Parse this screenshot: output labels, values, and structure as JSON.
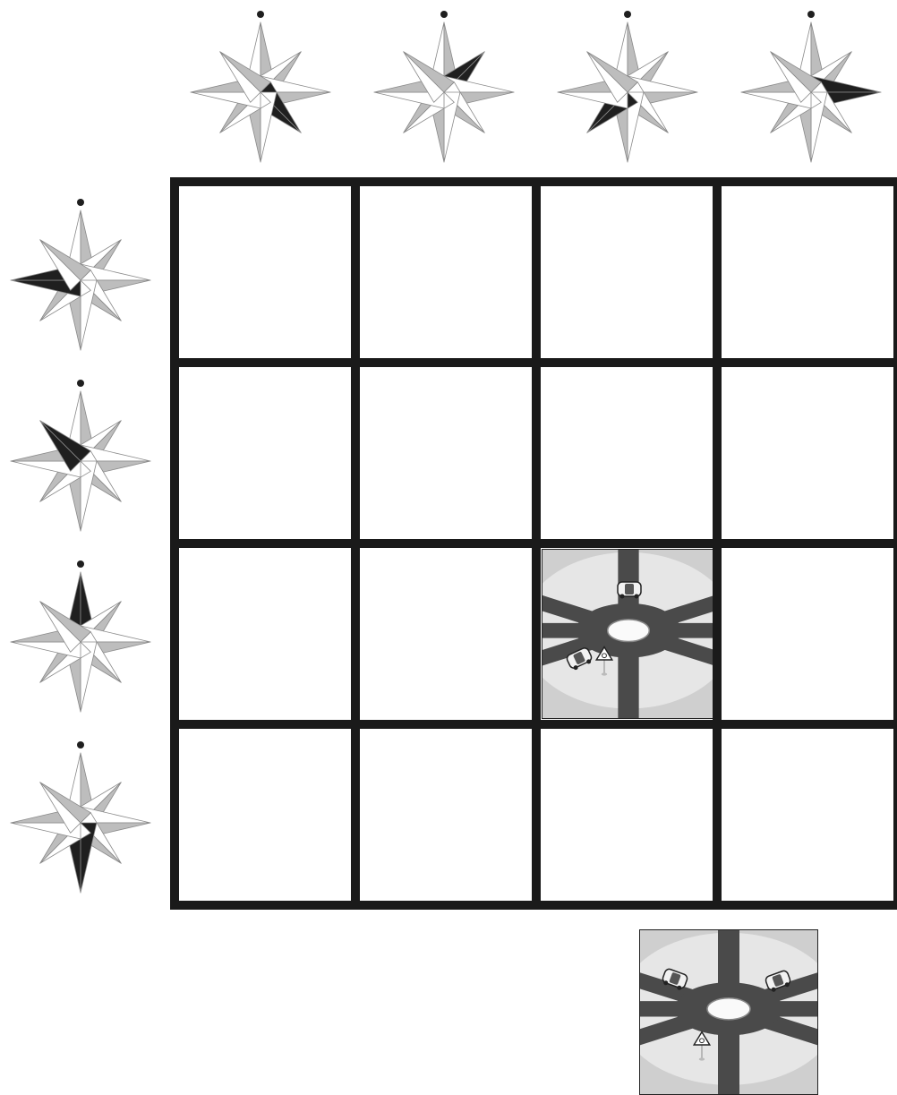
{
  "puzzle": {
    "star_point_order": [
      "N",
      "NE",
      "E",
      "SE",
      "S",
      "SW",
      "W",
      "NW"
    ],
    "column_clues": [
      {
        "shaded_point": "SE"
      },
      {
        "shaded_point": "NE"
      },
      {
        "shaded_point": "SW"
      },
      {
        "shaded_point": "E"
      }
    ],
    "row_clues": [
      {
        "shaded_point": "W"
      },
      {
        "shaded_point": "NW"
      },
      {
        "shaded_point": "N"
      },
      {
        "shaded_point": "S"
      }
    ],
    "grid": {
      "rows": 4,
      "cols": 4,
      "filled_cells": [
        {
          "row": 3,
          "col": 3,
          "tile": "roundabout-tile-example"
        }
      ]
    },
    "answer_tile": {
      "name": "roundabout-tile-candidate"
    }
  },
  "colors": {
    "star_light": "#ffffff",
    "star_mid": "#bdbdbd",
    "star_dark": "#1f1f1f",
    "grid_line": "#1a1a1a",
    "road": "#4a4a4a",
    "ground": "#cfcfcf",
    "ground_light": "#e6e6e6"
  }
}
